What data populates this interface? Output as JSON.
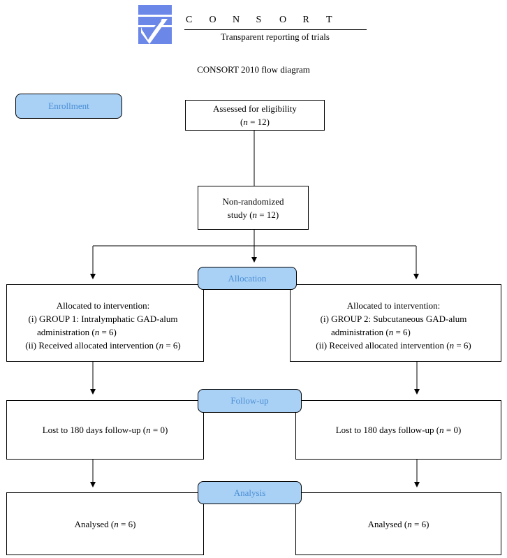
{
  "header": {
    "logo_letters": [
      "C",
      "O",
      "N",
      "S",
      "O",
      "R",
      "T"
    ],
    "tagline": "Transparent reporting of trials",
    "title": "CONSORT 2010 flow diagram"
  },
  "stages": {
    "enrollment": "Enrollment",
    "allocation": "Allocation",
    "followup": "Follow-up",
    "analysis": "Analysis"
  },
  "boxes": {
    "assessed": {
      "line1": "Assessed for eligibility",
      "n_label": "n",
      "n_text": " = 12)"
    },
    "nonrandom": {
      "line1": "Non-randomized",
      "line2_prefix": "study (",
      "n_label": "n",
      "n_text": " = 12)"
    },
    "group1": {
      "heading": "Allocated to intervention:",
      "item1_prefix": "(i) GROUP 1: Intralymphatic GAD-alum",
      "item1_cont": "administration (",
      "item1_n": " = 6)",
      "item2_prefix": "(ii) Received allocated intervention (",
      "item2_n": " = 6)"
    },
    "group2": {
      "heading": "Allocated to intervention:",
      "item1_prefix": "(i) GROUP 2: Subcutaneous GAD-alum",
      "item1_cont": "administration (",
      "item1_n": " = 6)",
      "item2_prefix": "(ii) Received allocated intervention (",
      "item2_n": " = 6)"
    },
    "followup_left": {
      "prefix": "Lost to 180 days follow-up (",
      "n_text": " = 0)"
    },
    "followup_right": {
      "prefix": "Lost to 180 days follow-up (",
      "n_text": " = 0)"
    },
    "analysis_left": {
      "prefix": "Analysed (",
      "n_text": " = 6)"
    },
    "analysis_right": {
      "prefix": "Analysed (",
      "n_text": " = 6)"
    }
  },
  "colors": {
    "stage_fill": "#a9d0f5",
    "stage_text": "#4a8fd6",
    "logo": "#6b87e8"
  }
}
